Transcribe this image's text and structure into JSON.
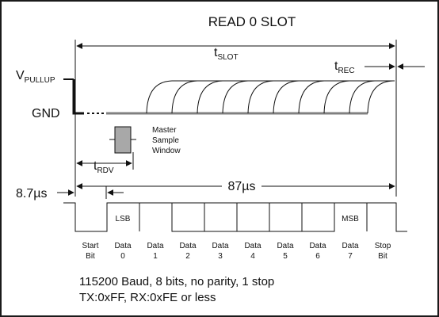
{
  "diagram": {
    "title": "READ 0 SLOT",
    "t_slot": {
      "main": "t",
      "sub": "SLOT"
    },
    "t_rec": {
      "main": "t",
      "sub": "REC"
    },
    "v_pullup": {
      "main": "V",
      "sub": "PULLUP"
    },
    "gnd": "GND",
    "t_rdv": {
      "main": "t",
      "sub": "RDV"
    },
    "sample_window": [
      "Master",
      "Sample",
      "Window"
    ],
    "bit_time": "8.7µs",
    "byte_time": "87µs",
    "lsb": "LSB",
    "msb": "MSB",
    "bits": [
      [
        "Start",
        "Bit"
      ],
      [
        "Data",
        "0"
      ],
      [
        "Data",
        "1"
      ],
      [
        "Data",
        "2"
      ],
      [
        "Data",
        "3"
      ],
      [
        "Data",
        "4"
      ],
      [
        "Data",
        "5"
      ],
      [
        "Data",
        "6"
      ],
      [
        "Data",
        "7"
      ],
      [
        "Stop",
        "Bit"
      ]
    ],
    "caption_line1": "115200 Baud, 8 bits, no parity, 1 stop",
    "caption_line2": "TX:0xFF, RX:0xFE or less"
  },
  "colors": {
    "line": "#111111",
    "gnd_trace": "#808080",
    "sample_box": "#a8a8a8"
  }
}
